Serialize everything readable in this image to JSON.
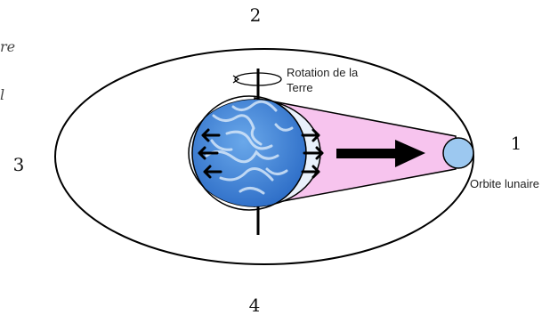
{
  "diagram": {
    "position_labels": {
      "top": "2",
      "right": "1",
      "left": "3",
      "bottom": "4"
    },
    "labels": {
      "rotation_line1": "Rotation de la",
      "rotation_line2": "Terre",
      "moon": "Orbite lunaire"
    },
    "left_margin_fragments": [
      "re",
      "l"
    ],
    "colors": {
      "orbit": "#000000",
      "earth": "#3f7fd6",
      "earth_light": "#bcd6f2",
      "tidal_cone": "#f7c4ee",
      "moon": "#9cc8f0",
      "arrow": "#000000"
    }
  }
}
